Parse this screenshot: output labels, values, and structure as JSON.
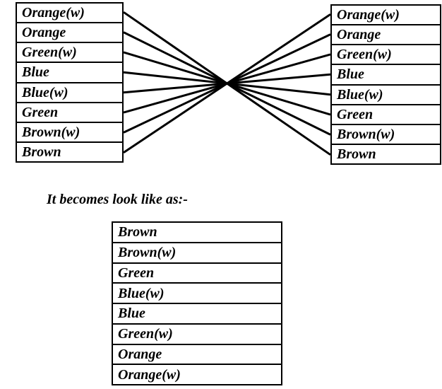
{
  "diagram": {
    "left_table": {
      "rows": [
        "Orange(w)",
        "Orange",
        "Green(w)",
        "Blue",
        "Blue(w)",
        "Green",
        "Brown(w)",
        "Brown"
      ]
    },
    "right_table": {
      "rows": [
        "Orange(w)",
        "Orange",
        "Green(w)",
        "Blue",
        "Blue(w)",
        "Green",
        "Brown(w)",
        "Brown"
      ]
    },
    "connections": [
      [
        0,
        7
      ],
      [
        1,
        6
      ],
      [
        2,
        5
      ],
      [
        3,
        4
      ],
      [
        4,
        3
      ],
      [
        5,
        2
      ],
      [
        6,
        1
      ],
      [
        7,
        0
      ]
    ],
    "caption": "It becomes look like as:-",
    "result_table": {
      "rows": [
        "Brown",
        "Brown(w)",
        "Green",
        "Blue(w)",
        "Blue",
        "Green(w)",
        "Orange",
        "Orange(w)"
      ]
    },
    "colors": {
      "line": "#000000",
      "border": "#000000",
      "text": "#000000",
      "background": "#ffffff"
    }
  }
}
